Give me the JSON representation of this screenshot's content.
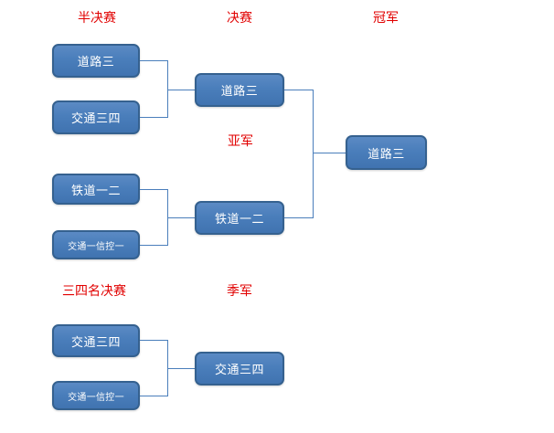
{
  "diagram": {
    "title": "tournament-bracket",
    "accent_box_fill": "#4a7ebb",
    "accent_box_border": "#35618f",
    "connector_color": "#4a7ebb",
    "label_color": "#e10000",
    "text_color": "#ffffff"
  },
  "labels": {
    "semifinal": "半决赛",
    "final": "决赛",
    "champion": "冠军",
    "runner_up": "亚军",
    "third_place_match": "三四名决赛",
    "third_place": "季军"
  },
  "bracket": {
    "upper_semifinal": {
      "team_top": "道路三",
      "team_bottom": "交通三四",
      "winner": "道路三"
    },
    "lower_semifinal": {
      "team_top": "铁道一二",
      "team_bottom": "交通一信控一",
      "winner": "铁道一二"
    },
    "final": {
      "champion": "道路三"
    },
    "third_place_match": {
      "team_top": "交通三四",
      "team_bottom": "交通一信控一",
      "winner": "交通三四"
    }
  }
}
